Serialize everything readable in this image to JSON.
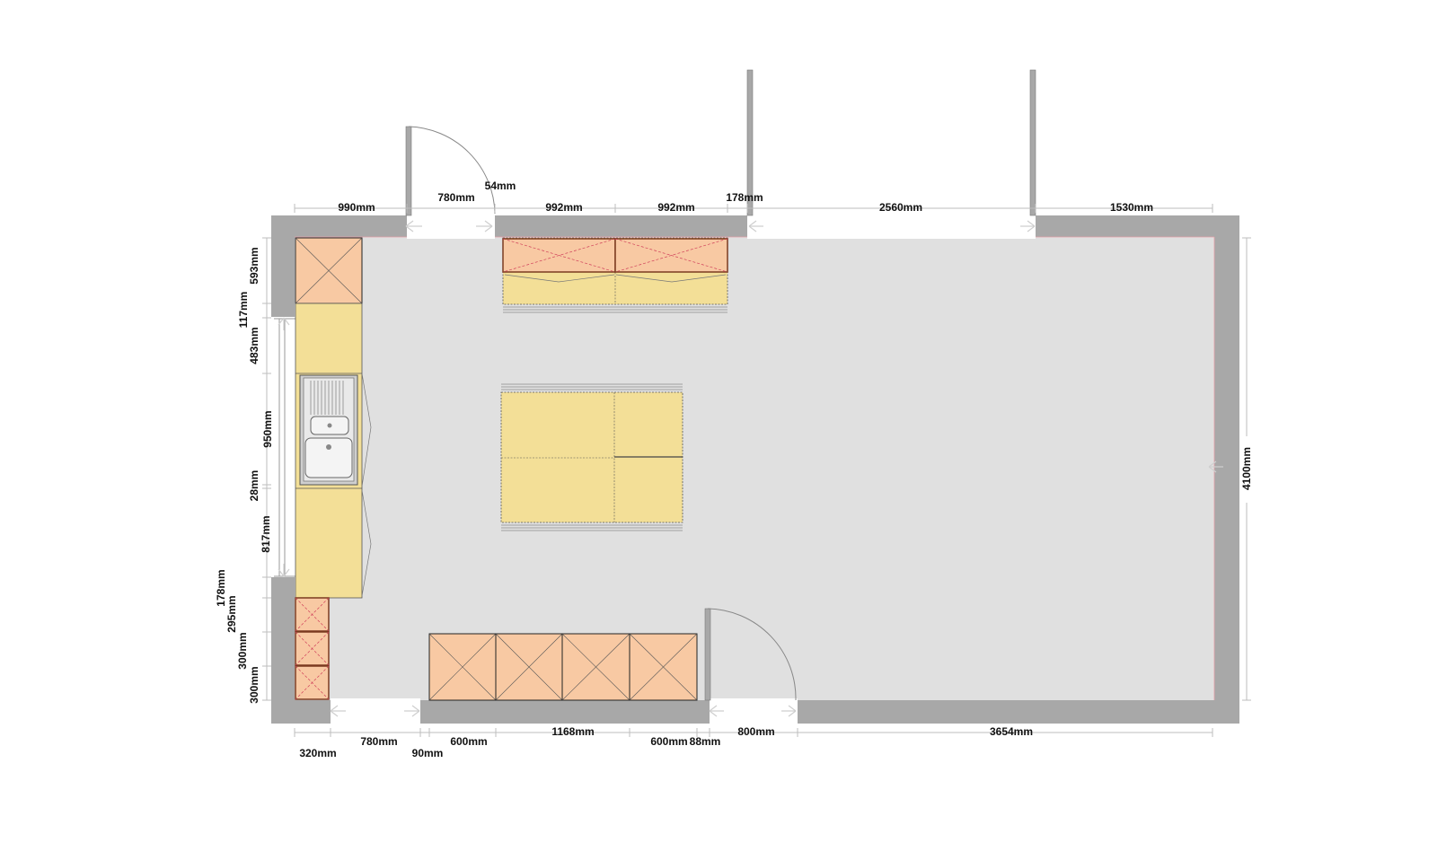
{
  "dimensions": {
    "top": [
      "990mm",
      "780mm",
      "54mm",
      "992mm",
      "992mm",
      "178mm",
      "2560mm",
      "1530mm"
    ],
    "bottom": [
      "320mm",
      "780mm",
      "90mm",
      "600mm",
      "1168mm",
      "600mm",
      "88mm",
      "800mm",
      "3654mm"
    ],
    "left": [
      "593mm",
      "117mm",
      "483mm",
      "950mm",
      "28mm",
      "817mm",
      "178mm",
      "295mm",
      "300mm",
      "300mm"
    ],
    "right": [
      "4100mm"
    ]
  },
  "colors": {
    "wall": "#a8a8a8",
    "floor": "#e0e0e0",
    "tall_unit": "#f8c9a3",
    "base_unit": "#f3df97",
    "cross_mark": "#d0405a"
  },
  "icons": [
    "sink-icon",
    "door-swing-icon",
    "opening-arrow-icon"
  ]
}
